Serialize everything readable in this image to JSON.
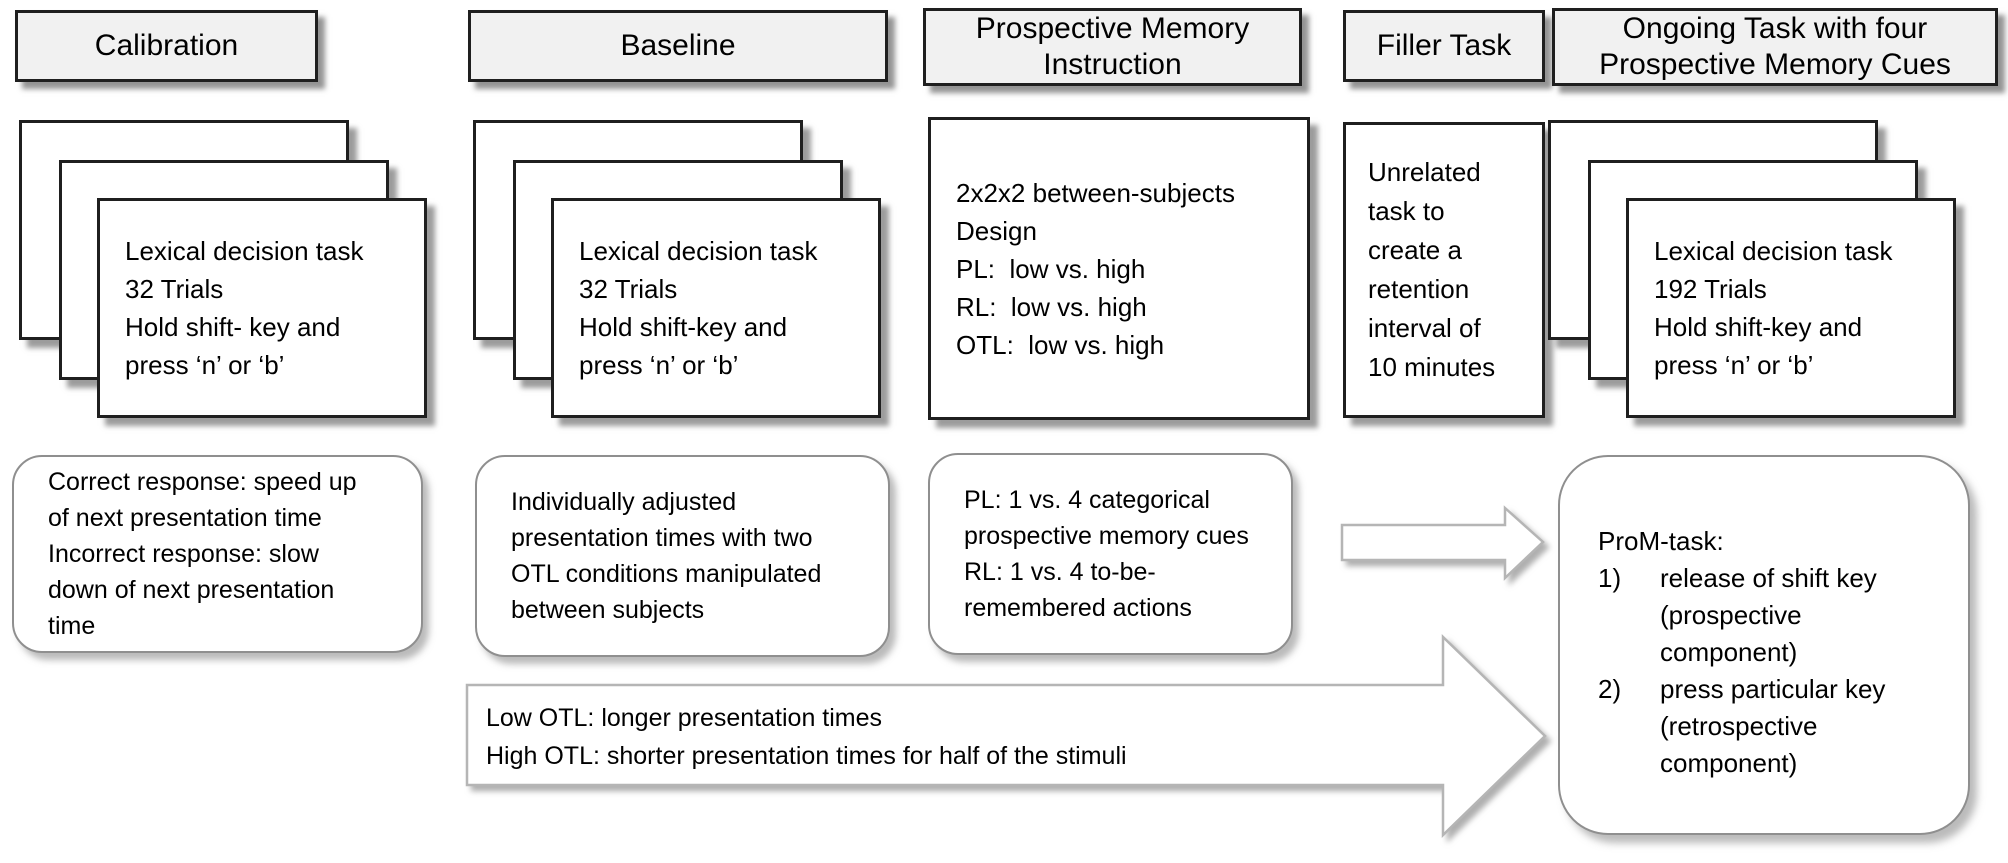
{
  "colors": {
    "header_fill": "#f1f1f1",
    "box_border_dark": "#1f1f1f",
    "note_border_gray": "#8f8f8f",
    "arrow_outline_gray": "#b5b5b5",
    "background": "#ffffff"
  },
  "columns": [
    {
      "header": "Calibration",
      "card": "Lexical decision task\n32 Trials\nHold shift- key and\npress ‘n’ or ‘b’",
      "note": "Correct response: speed up\nof next presentation time\nIncorrect response: slow\ndown of next presentation\ntime"
    },
    {
      "header": "Baseline",
      "card": "Lexical decision task\n32 Trials\nHold shift-key and\npress ‘n’ or ‘b’",
      "note": "Individually adjusted\npresentation times with two\nOTL conditions manipulated\nbetween subjects"
    },
    {
      "header": "Prospective Memory\nInstruction",
      "card": "2x2x2 between-subjects\nDesign\nPL:  low vs. high\nRL:  low vs. high\nOTL:  low vs. high",
      "note": "PL: 1 vs. 4 categorical\nprospective memory cues\nRL: 1 vs. 4 to-be-\nremembered actions"
    },
    {
      "header": "Filler Task",
      "card": "Unrelated\ntask to\ncreate a\nretention\ninterval of\n10 minutes"
    },
    {
      "header": "Ongoing Task with four\nProspective Memory Cues",
      "card": "Lexical decision task\n192 Trials\nHold shift-key and\npress ‘n’ or ‘b’"
    }
  ],
  "prom_box": {
    "title": "ProM-task:",
    "items": [
      {
        "num": "1)",
        "text": "release of shift key\n(prospective\ncomponent)"
      },
      {
        "num": "2)",
        "text": "press particular key\n(retrospective\ncomponent)"
      }
    ]
  },
  "otl_arrow": {
    "label": "Low OTL: longer presentation times\nHigh OTL: shorter presentation times for half of the stimuli"
  }
}
